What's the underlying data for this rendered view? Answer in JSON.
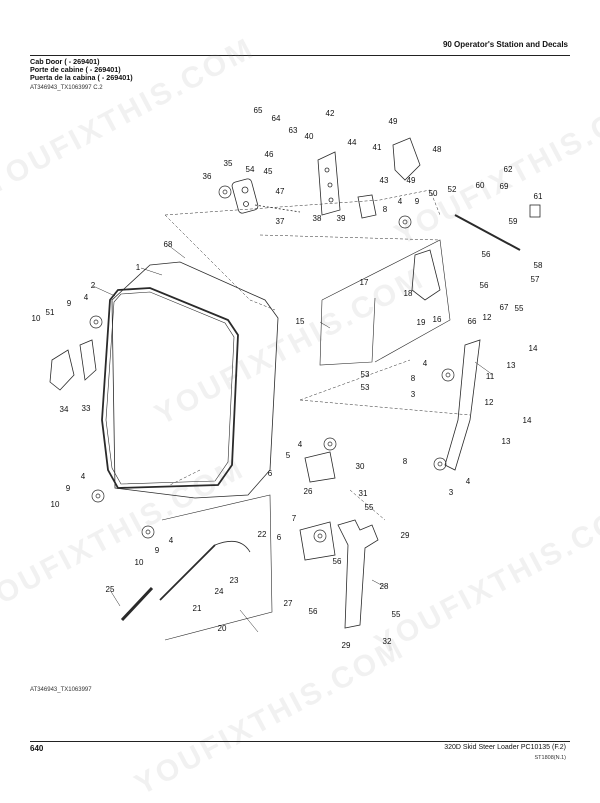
{
  "header": {
    "section": "90 Operator's Station and Decals",
    "title_en": "Cab Door ( - 269401)",
    "title_fr": "Porte de cabine ( - 269401)",
    "title_es": "Puerta de la cabina ( - 269401)",
    "ref": "AT346943_TX1063997 C.2"
  },
  "figure_ref": "AT346943_TX1063997",
  "footer": {
    "page": "640",
    "model": "320D Skid Steer Loader    PC10135    (F.2)",
    "revision": "ST1808(N.1)"
  },
  "watermark": "YOUFIXTHIS.COM",
  "callouts": [
    "65",
    "64",
    "63",
    "42",
    "49",
    "40",
    "44",
    "41",
    "48",
    "46",
    "35",
    "54",
    "45",
    "36",
    "43",
    "47",
    "49",
    "50",
    "52",
    "60",
    "62",
    "69",
    "61",
    "37",
    "38",
    "39",
    "8",
    "4",
    "9",
    "59",
    "68",
    "1",
    "2",
    "56",
    "58",
    "51",
    "9",
    "4",
    "57",
    "10",
    "17",
    "18",
    "56",
    "67",
    "55",
    "15",
    "16",
    "19",
    "66",
    "12",
    "14",
    "13",
    "34",
    "33",
    "53",
    "53",
    "4",
    "8",
    "11",
    "3",
    "12",
    "14",
    "13",
    "4",
    "30",
    "5",
    "6",
    "8",
    "4",
    "3",
    "4",
    "9",
    "31",
    "26",
    "10",
    "55",
    "7",
    "29",
    "22",
    "4",
    "9",
    "6",
    "10",
    "56",
    "23",
    "25",
    "24",
    "28",
    "21",
    "27",
    "56",
    "55",
    "20",
    "29",
    "32"
  ],
  "colors": {
    "ink": "#111111",
    "line": "#2a2a2a",
    "watermark": "#9a9a9a"
  }
}
